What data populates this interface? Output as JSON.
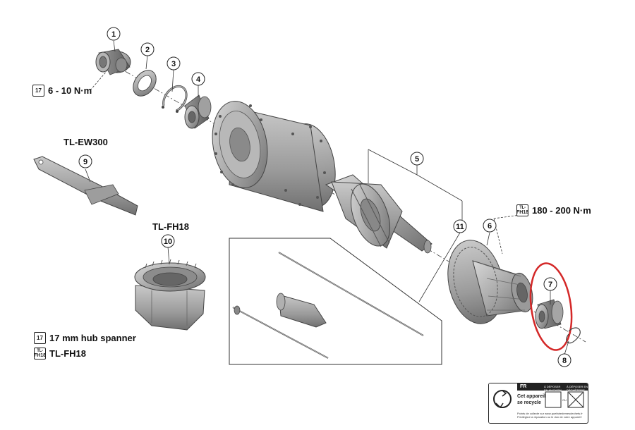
{
  "callouts": [
    {
      "number": "1"
    },
    {
      "number": "2"
    },
    {
      "number": "3"
    },
    {
      "number": "4"
    },
    {
      "number": "5"
    },
    {
      "number": "6"
    },
    {
      "number": "7"
    },
    {
      "number": "8"
    },
    {
      "number": "9"
    },
    {
      "number": "10"
    },
    {
      "number": "11"
    }
  ],
  "tool_labels": {
    "tl_ew300": "TL-EW300",
    "tl_fh18": "TL-FH18"
  },
  "torque_specs": {
    "lock_ring": "6 - 10 N·m",
    "freehub": "180 - 200 N·m"
  },
  "icon_text": {
    "wrench_size": "17",
    "tool_code_top": "TL-",
    "tool_code_bottom": "FH18"
  },
  "legend": {
    "spanner": "17 mm hub spanner",
    "tool": "TL-FH18"
  },
  "recycle_mark": {
    "header": "FR",
    "line1": "Cet appareil",
    "line2": "se recycle",
    "col1": "À DÉPOSER EN MAGASIN",
    "col2": "À DÉPOSER EN DÉCHÈTERIE",
    "or": "OU",
    "footer": "Points de collecte sur www.quefairedemesdechets.fr Privilégiez la réparation ou le don de votre appareil !"
  },
  "highlight_color": "#d42828"
}
